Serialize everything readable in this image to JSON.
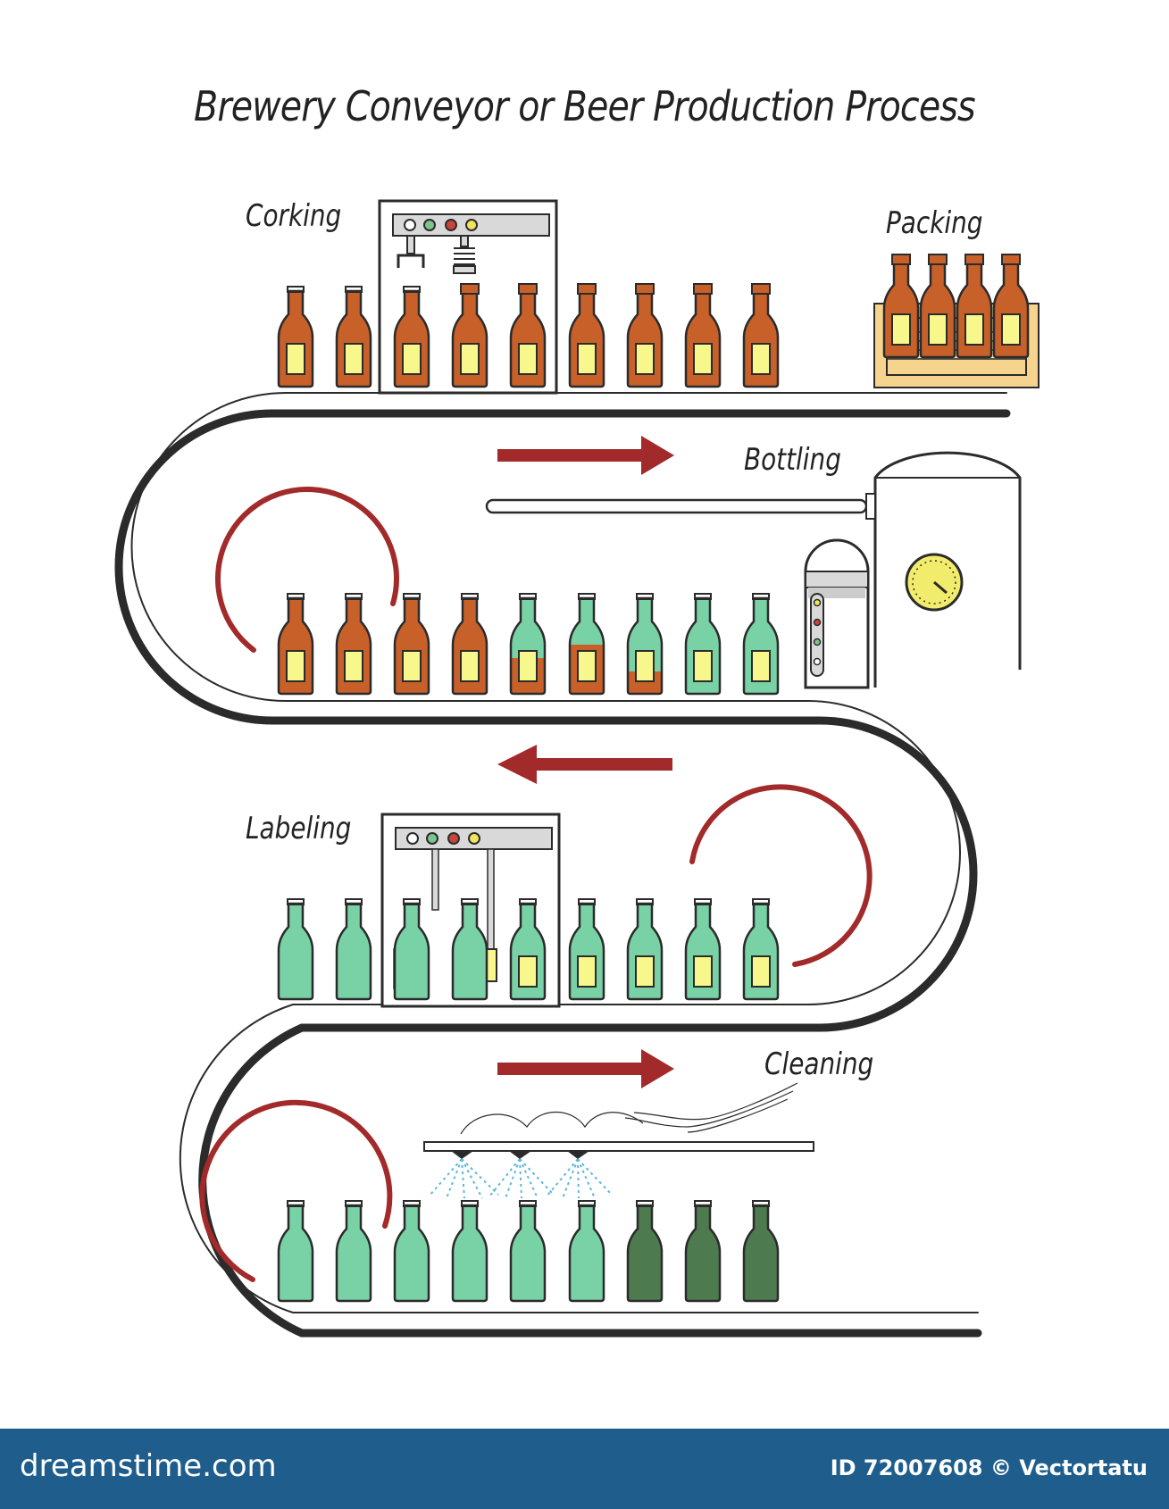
{
  "title": "Brewery Conveyor or Beer Production Process",
  "stages": {
    "corking": "Corking",
    "packing": "Packing",
    "bottling": "Bottling",
    "labeling": "Labeling",
    "cleaning": "Cleaning"
  },
  "footer": {
    "brand": "dreamstime.com",
    "id_text": "ID 72007608 © Vectortatu"
  },
  "colors": {
    "belt": "#2b2b2b",
    "arrow": "#a32a2a",
    "beer": "#c8602a",
    "glass_clean": "#79d1a6",
    "glass_dirty": "#4e7a4f",
    "label": "#f7f78c",
    "crate": "#f6d48e",
    "machine": "#d9d9d9",
    "footer_bg": "#1f5e8c"
  }
}
